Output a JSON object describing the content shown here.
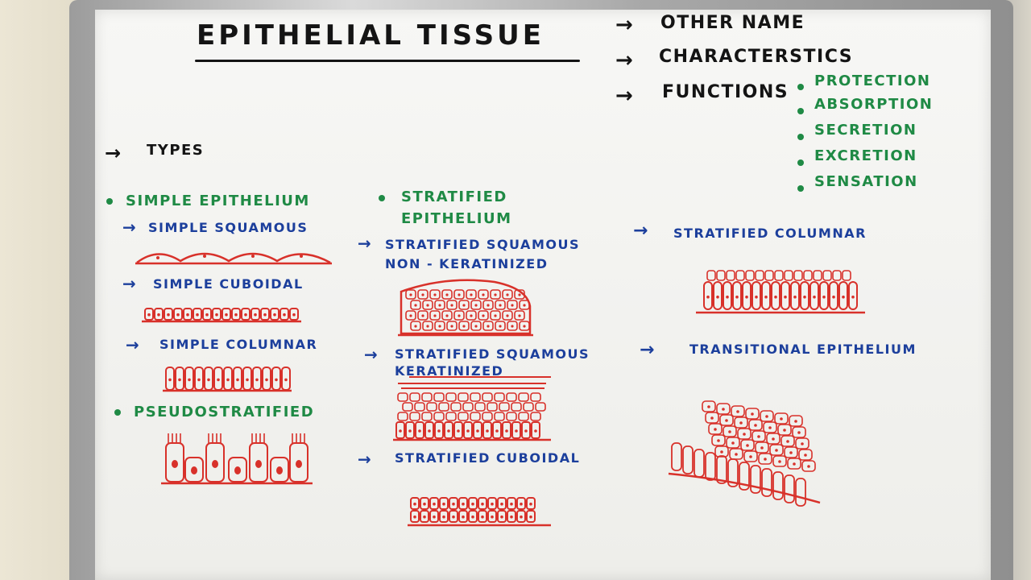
{
  "title": "EPITHELIAL TISSUE",
  "topics": [
    "OTHER NAME",
    "CHARACTERSTICS",
    "FUNCTIONS"
  ],
  "functions": [
    "PROTECTION",
    "ABSORPTION",
    "SECRETION",
    "EXCRETION",
    "SENSATION"
  ],
  "types_label": "TYPES",
  "simple_heading": "SIMPLE EPITHELIUM",
  "simple_items": [
    "SIMPLE SQUAMOUS",
    "SIMPLE CUBOIDAL",
    "SIMPLE COLUMNAR"
  ],
  "pseudo_heading": "PSEUDOSTRATIFIED",
  "stratified_heading": [
    "STRATIFIED",
    "EPITHELIUM"
  ],
  "ssnk": [
    "STRATIFIED SQUAMOUS",
    "NON - KERATINIZED"
  ],
  "ssk": [
    "STRATIFIED SQUAMOUS",
    "KERATINIZED"
  ],
  "stratified_cuboidal": "STRATIFIED CUBOIDAL",
  "stratified_columnar": "STRATIFIED COLUMNAR",
  "transitional": "TRANSITIONAL EPITHELIUM",
  "colors": {
    "heading": "#1f8a45",
    "subtype": "#1c3f9c",
    "drawing": "#d8312a",
    "title": "#141414"
  }
}
